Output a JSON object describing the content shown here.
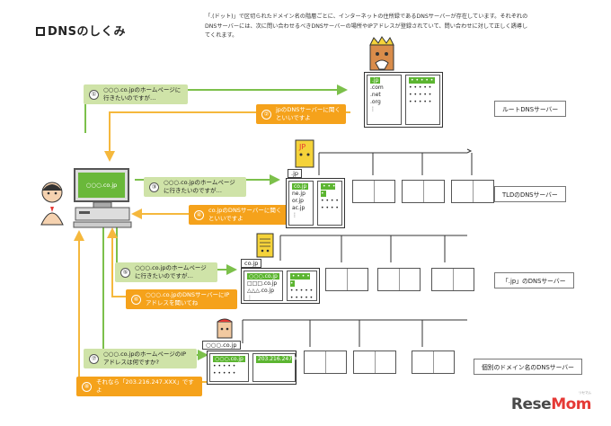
{
  "title": "DNSのしくみ",
  "intro": "「.(ドット)」で区切られたドメイン名の階層ごとに、インターネットの住所録であるDNSサーバーが存在しています。それぞれのDNSサーバーには、次に問い合わせるべきDNSサーバーの場所やIPアドレスが登録されていて、問い合わせに対して正しく誘導してくれます。",
  "steps": [
    {
      "num": "①",
      "text": "○○○.co.jpのホームページに行きたいのですが…"
    },
    {
      "num": "②",
      "text": "jpのDNSサーバーに聞くといいですよ"
    },
    {
      "num": "③",
      "text": "○○○.co.jpのホームページに行きたいのですが…"
    },
    {
      "num": "④",
      "text": "co.jpのDNSサーバーに聞くといいですよ"
    },
    {
      "num": "⑤",
      "text": "○○○.co.jpのホームページに行きたいのですが…"
    },
    {
      "num": "⑥",
      "text": "○○○.co.jpのDNSサーバーにIPアドレスを聞いてね"
    },
    {
      "num": "⑦",
      "text": "○○○.co.jpのホームページのIPアドレスは何ですか?"
    },
    {
      "num": "⑧",
      "text": "それなら「203.216.247.XXX」ですよ"
    }
  ],
  "levels": {
    "root": "ルートDNSサーバー",
    "tld": "TLDのDNSサーバー",
    "jp": "「.jp」のDNSサーバー",
    "domain": "個別のドメイン名のDNSサーバー"
  },
  "books": {
    "root": {
      "entries": [
        ".jp",
        ".com",
        ".net",
        ".org",
        "⋮"
      ]
    },
    "tld": {
      "entries": [
        "co.jp",
        "ne.jp",
        "or.jp",
        "ac.jp",
        "⋮"
      ]
    },
    "jp": {
      "entries": [
        "○○○.co.jp",
        "□□□.co.jp",
        "△△△.co.jp",
        "⋮"
      ]
    },
    "domain": {
      "entries": [
        "○○○.co.jp"
      ],
      "ip": "203.216.247.XXX"
    }
  },
  "tags": {
    "tld": ".jp",
    "jp": "co.jp",
    "domain": "○○○.co.jp",
    "jp_mascot": "JP"
  },
  "screen": {
    "text": "○○○.co.jp"
  },
  "logo": {
    "prefix": "Rese",
    "accent": "Mom",
    "kana": "リセマム"
  },
  "colors": {
    "request": "#cfe3a8",
    "response": "#f5a21b",
    "highlight": "#5cb531",
    "arrow_green": "#7cc04b",
    "arrow_yellow": "#f5b83d"
  }
}
